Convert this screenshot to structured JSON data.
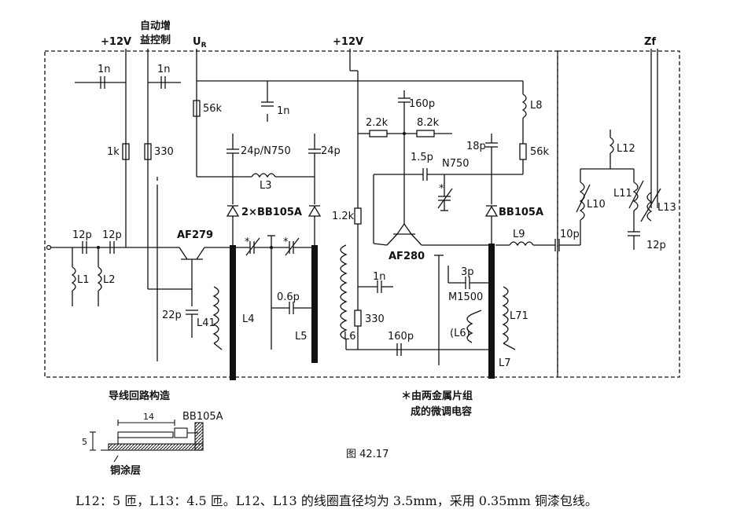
{
  "supply": {
    "vcc_left": "+12V",
    "agc": "自动增益控制",
    "ur": "U",
    "ur_sub": "R",
    "vcc_right": "+12V",
    "zf": "Zf"
  },
  "components": {
    "c_1n_a": "1n",
    "c_1n_b": "1n",
    "c_1n_c": "1n",
    "c_1n_d": "1n",
    "r_1k": "1k",
    "r_330_a": "330",
    "r_56k_a": "56k",
    "c_24p_n750": "24p/N750",
    "c_24p": "24p",
    "l3": "L3",
    "diodes_2x": "2×BB105A",
    "c_12p_a": "12p",
    "c_12p_b": "12p",
    "af279": "AF279",
    "l1": "L1",
    "l2": "L2",
    "c_22p": "22p",
    "l41": "L41",
    "l4": "L4",
    "c_06p": "0.6p",
    "l5": "L5",
    "c_160p_a": "160p",
    "r_22k": "2.2k",
    "r_82k": "8.2k",
    "l8": "L8",
    "c_18p": "18p",
    "c_15p_n750": "1.5p",
    "n750": "N750",
    "r_56k_b": "56k",
    "r_12k": "1.2k",
    "bb105a": "BB105A",
    "af280": "AF280",
    "l9": "L9",
    "c_10p": "10p",
    "c_3p": "3p",
    "m1500": "M1500",
    "l6": "L6",
    "l6_paren": "(L6)",
    "r_330_b": "330",
    "c_160p_b": "160p",
    "l71": "L71",
    "l7": "L7",
    "l12": "L12",
    "l10": "L10",
    "l11": "L11",
    "l13": "L13",
    "c_12p_c": "12p",
    "star": "*"
  },
  "detail": {
    "title": "导线回路构造",
    "dim_14": "14",
    "dim_5": "5",
    "part": "BB105A",
    "coating": "铜涂层"
  },
  "note": {
    "line1": "＊由两金属片组",
    "line2": "成的微调电容"
  },
  "figure_label": "图 42.17",
  "caption": "L12：5 匝，L13：4.5 匝。L12、L13 的线圈直径均为 3.5mm，采用 0.35mm 铜漆包线。"
}
